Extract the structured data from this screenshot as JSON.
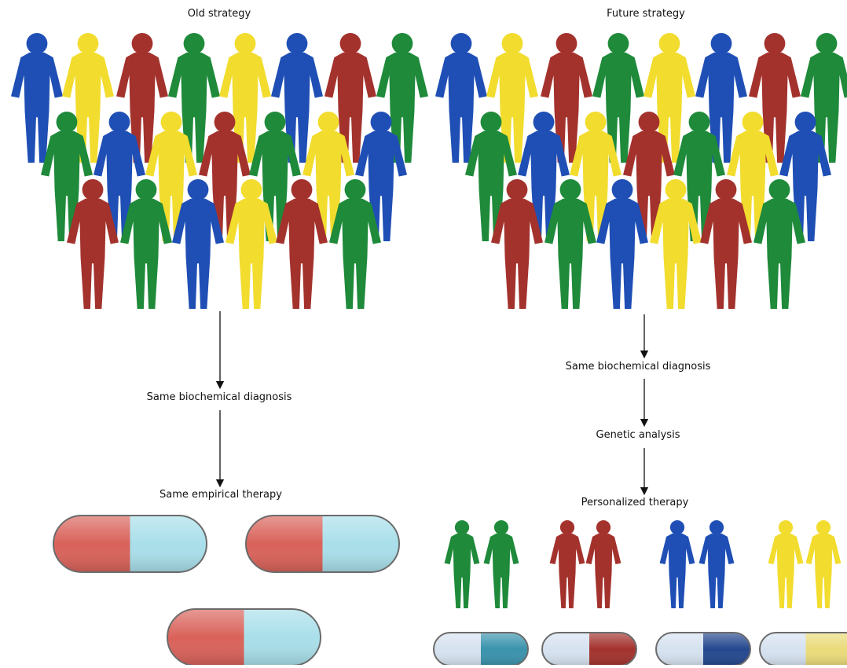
{
  "left_panel": {
    "title": "Old strategy",
    "step1": "Same biochemical diagnosis",
    "step2": "Same empirical therapy"
  },
  "right_panel": {
    "title": "Future strategy",
    "step1": "Same biochemical  diagnosis",
    "step2": "Genetic analysis",
    "step3": "Personalized therapy"
  },
  "colors": {
    "blue": "#1f4fb5",
    "yellow": "#f2dc2e",
    "red": "#a3322d",
    "green": "#1e8a3a",
    "pill_red": "#d9625a",
    "pill_blue": "#a9dfea"
  },
  "icons": [
    "person-figure-icon",
    "capsule-pill-icon"
  ]
}
